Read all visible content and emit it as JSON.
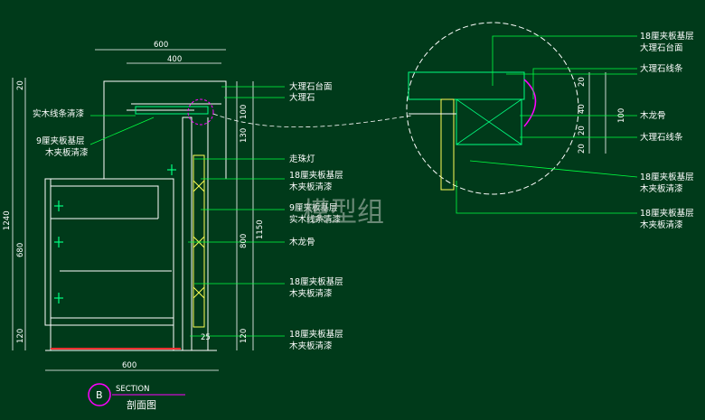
{
  "colors": {
    "background": "#003a1a",
    "outline": "#ffffff",
    "leader": "#00ff40",
    "hatch": "#00ff80",
    "wood": "#ffff55",
    "accent": "#ff00ff",
    "floor": "#ff3030"
  },
  "dimensions": {
    "top_overall": "600",
    "top_inner": "400",
    "left_total": "1240",
    "left_20": "20",
    "left_680": "680",
    "left_120": "120",
    "right_100": "100",
    "right_130": "130",
    "right_800": "800",
    "right_1150": "1150",
    "right_120": "120",
    "small_25": "25",
    "bottom_600": "600",
    "detail_20a": "20",
    "detail_40": "40",
    "detail_20b": "20",
    "detail_20c": "20",
    "detail_100": "100"
  },
  "section_labels": {
    "marble_top": "大理石台面",
    "marble": "大理石",
    "wood_strip": "实木线条清漆",
    "ply9_a": "9厘夹板基层",
    "ply9_b": "木夹板清漆",
    "bead_lamp": "走珠灯",
    "ply18_1a": "18厘夹板基层",
    "ply18_1b": "木夹板清漆",
    "ply9_c": "9厘夹板基层",
    "ply9_d": "实木线条清漆",
    "keel": "木龙骨",
    "ply18_2a": "18厘夹板基层",
    "ply18_2b": "木夹板清漆",
    "ply18_3a": "18厘夹板基层",
    "ply18_3b": "木夹板清漆"
  },
  "detail_labels": {
    "ply18_top": "18厘夹板基层",
    "marble_top": "大理石台面",
    "marble_strip_1": "大理石线条",
    "keel": "木龙骨",
    "marble_strip_2": "大理石线条",
    "ply18_a": "18厘夹板基层",
    "ply18_a2": "木夹板清漆",
    "ply18_b": "18厘夹板基层",
    "ply18_b2": "木夹板清漆"
  },
  "title_block": {
    "bubble_letter": "B",
    "section_word": "SECTION",
    "title": "剖面图"
  },
  "watermark": "模型组"
}
